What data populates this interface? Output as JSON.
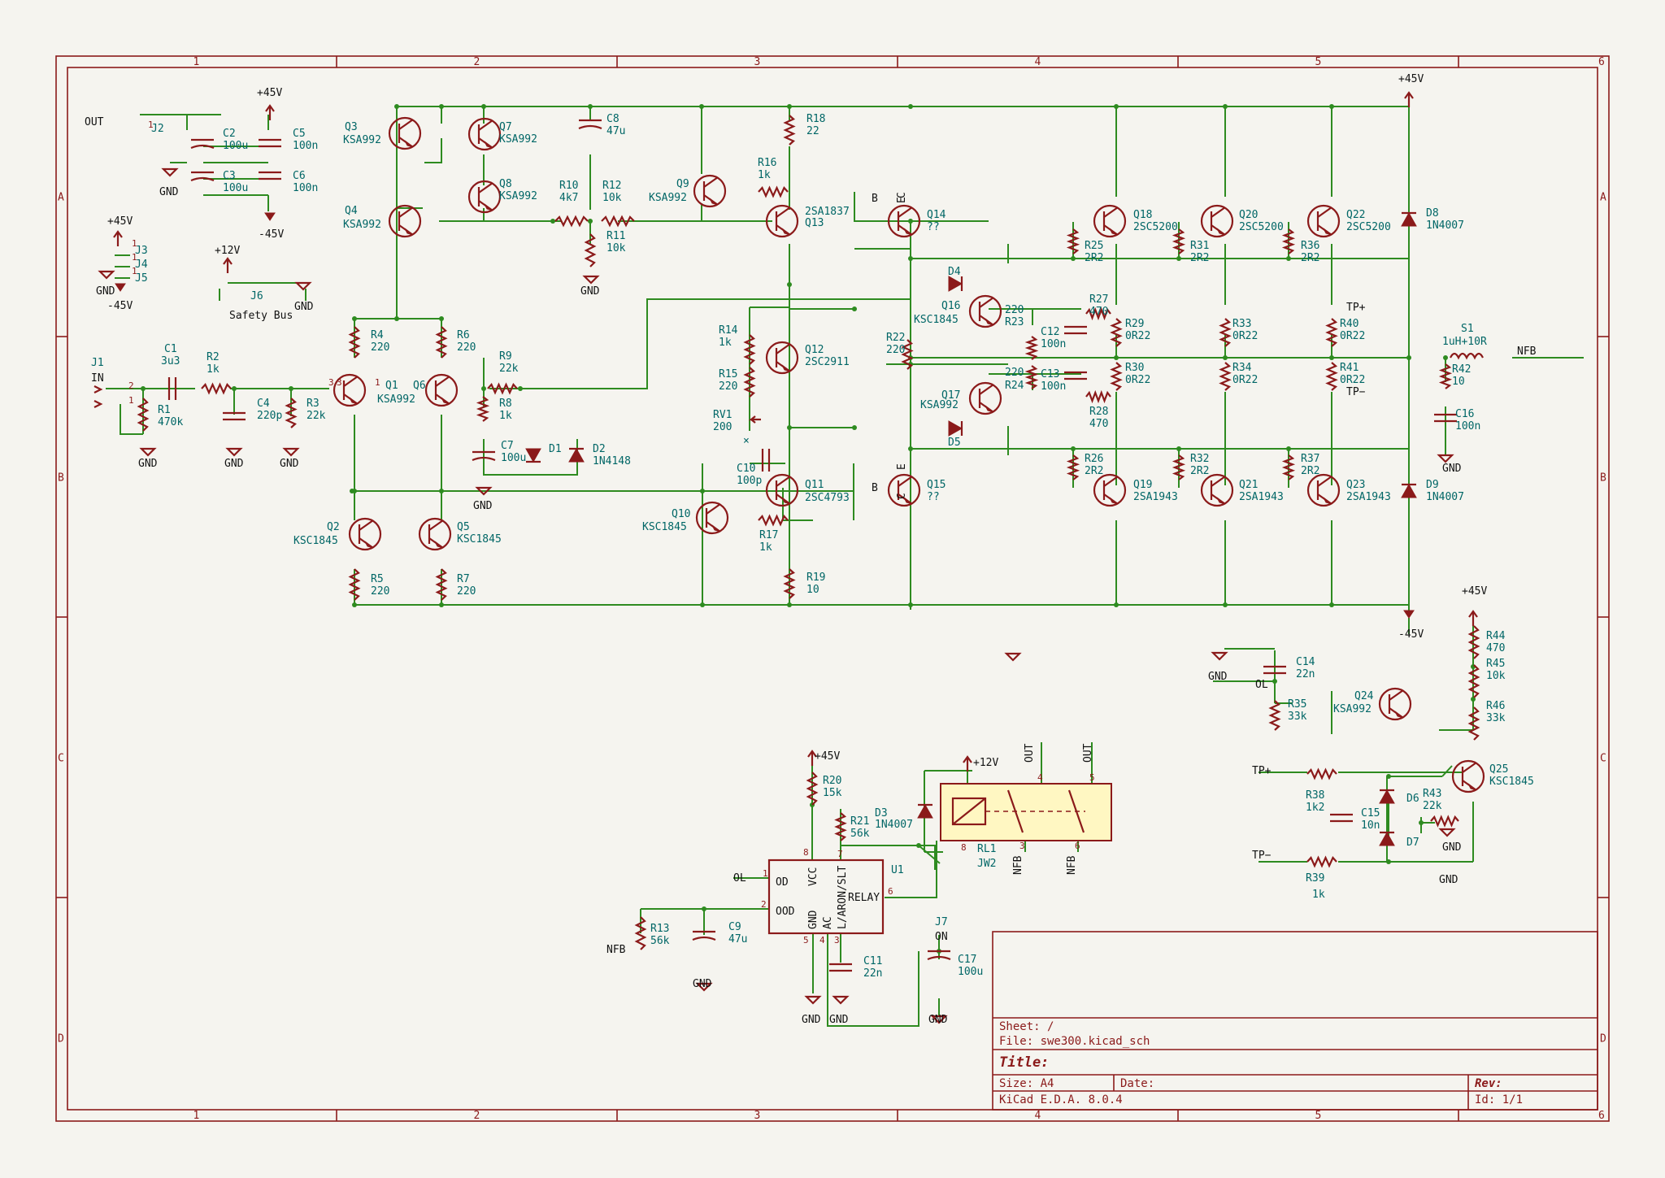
{
  "app": {
    "kind": "schematic",
    "tool": "KiCad"
  },
  "sheet": {
    "col_labels": [
      "1",
      "2",
      "3",
      "4",
      "5",
      "6"
    ],
    "row_labels": [
      "A",
      "B",
      "C",
      "D"
    ]
  },
  "title_block": {
    "sheet_label": "Sheet: /",
    "file_label": "File: swe300.kicad_sch",
    "title_label": "Title:",
    "size_label": "Size: A4",
    "date_label": "Date:",
    "rev_label": "Rev:",
    "tool_label": "KiCad E.D.A. 8.0.4",
    "id_label": "Id: 1/1"
  },
  "nets": {
    "out": "OUT",
    "in": "IN",
    "gnd": "GND",
    "p45": "+45V",
    "n45": "-45V",
    "p12": "+12V",
    "nfb": "NFB",
    "tpp": "TP+",
    "tpn": "TP−",
    "ol": "OL",
    "on": "ON",
    "safety": "Safety Bus"
  },
  "components": [
    {
      "id": "J1",
      "val": ""
    },
    {
      "id": "J2",
      "val": ""
    },
    {
      "id": "J3",
      "val": ""
    },
    {
      "id": "J4",
      "val": ""
    },
    {
      "id": "J5",
      "val": ""
    },
    {
      "id": "J6",
      "val": ""
    },
    {
      "id": "J7",
      "val": ""
    },
    {
      "id": "C1",
      "val": "3u3"
    },
    {
      "id": "C2",
      "val": "100u"
    },
    {
      "id": "C3",
      "val": "100u"
    },
    {
      "id": "C4",
      "val": "220p"
    },
    {
      "id": "C5",
      "val": "100n"
    },
    {
      "id": "C6",
      "val": "100n"
    },
    {
      "id": "C7",
      "val": "100u"
    },
    {
      "id": "C8",
      "val": "47u"
    },
    {
      "id": "C9",
      "val": "47u"
    },
    {
      "id": "C10",
      "val": "100p"
    },
    {
      "id": "C11",
      "val": "22n"
    },
    {
      "id": "C12",
      "val": "100n"
    },
    {
      "id": "C13",
      "val": "100n"
    },
    {
      "id": "C14",
      "val": "22n"
    },
    {
      "id": "C15",
      "val": "10n"
    },
    {
      "id": "C16",
      "val": "100n"
    },
    {
      "id": "C17",
      "val": "100u"
    },
    {
      "id": "R1",
      "val": "470k"
    },
    {
      "id": "R2",
      "val": "1k"
    },
    {
      "id": "R3",
      "val": "22k"
    },
    {
      "id": "R4",
      "val": "220"
    },
    {
      "id": "R5",
      "val": "220"
    },
    {
      "id": "R6",
      "val": "220"
    },
    {
      "id": "R7",
      "val": "220"
    },
    {
      "id": "R8",
      "val": "1k"
    },
    {
      "id": "R9",
      "val": "22k"
    },
    {
      "id": "R10",
      "val": "4k7"
    },
    {
      "id": "R11",
      "val": "10k"
    },
    {
      "id": "R12",
      "val": "10k"
    },
    {
      "id": "R13",
      "val": "56k"
    },
    {
      "id": "R14",
      "val": "1k"
    },
    {
      "id": "R15",
      "val": "220"
    },
    {
      "id": "R16",
      "val": "1k"
    },
    {
      "id": "R17",
      "val": "1k"
    },
    {
      "id": "R18",
      "val": "22"
    },
    {
      "id": "R19",
      "val": "10"
    },
    {
      "id": "R20",
      "val": "15k"
    },
    {
      "id": "R21",
      "val": "56k"
    },
    {
      "id": "R22",
      "val": "220"
    },
    {
      "id": "R23",
      "val": "220"
    },
    {
      "id": "R24",
      "val": "220"
    },
    {
      "id": "R25",
      "val": "2R2"
    },
    {
      "id": "R26",
      "val": "2R2"
    },
    {
      "id": "R27",
      "val": "470"
    },
    {
      "id": "R28",
      "val": "470"
    },
    {
      "id": "R29",
      "val": "0R22"
    },
    {
      "id": "R30",
      "val": "0R22"
    },
    {
      "id": "R31",
      "val": "2R2"
    },
    {
      "id": "R32",
      "val": "2R2"
    },
    {
      "id": "R33",
      "val": "0R22"
    },
    {
      "id": "R34",
      "val": "0R22"
    },
    {
      "id": "R35",
      "val": "33k"
    },
    {
      "id": "R36",
      "val": "2R2"
    },
    {
      "id": "R37",
      "val": "2R2"
    },
    {
      "id": "R38",
      "val": "1k2"
    },
    {
      "id": "R39",
      "val": "1k"
    },
    {
      "id": "R40",
      "val": "0R22"
    },
    {
      "id": "R41",
      "val": "0R22"
    },
    {
      "id": "R42",
      "val": "10"
    },
    {
      "id": "R43",
      "val": "22k"
    },
    {
      "id": "R44",
      "val": "470"
    },
    {
      "id": "R45",
      "val": "10k"
    },
    {
      "id": "R46",
      "val": "33k"
    },
    {
      "id": "RV1",
      "val": "200"
    },
    {
      "id": "S1",
      "val": "1uH+10R"
    },
    {
      "id": "U1",
      "val": ""
    },
    {
      "id": "RL1",
      "val": "JW2"
    },
    {
      "id": "D1",
      "val": ""
    },
    {
      "id": "D2",
      "val": "1N4148"
    },
    {
      "id": "D3",
      "val": "1N4007"
    },
    {
      "id": "D4",
      "val": ""
    },
    {
      "id": "D5",
      "val": ""
    },
    {
      "id": "D6",
      "val": ""
    },
    {
      "id": "D7",
      "val": ""
    },
    {
      "id": "D8",
      "val": "1N4007"
    },
    {
      "id": "D9",
      "val": "1N4007"
    },
    {
      "id": "Q1",
      "val": "KSA992"
    },
    {
      "id": "Q2",
      "val": "KSC1845"
    },
    {
      "id": "Q3",
      "val": "KSA992"
    },
    {
      "id": "Q4",
      "val": "KSA992"
    },
    {
      "id": "Q5",
      "val": "KSC1845"
    },
    {
      "id": "Q6",
      "val": ""
    },
    {
      "id": "Q7",
      "val": "KSA992"
    },
    {
      "id": "Q8",
      "val": "KSA992"
    },
    {
      "id": "Q9",
      "val": "KSA992"
    },
    {
      "id": "Q10",
      "val": "KSC1845"
    },
    {
      "id": "Q11",
      "val": "2SC4793"
    },
    {
      "id": "Q12",
      "val": "2SC2911"
    },
    {
      "id": "Q13",
      "val": "2SA1837"
    },
    {
      "id": "Q14",
      "val": "??"
    },
    {
      "id": "Q15",
      "val": "??"
    },
    {
      "id": "Q16",
      "val": "KSC1845"
    },
    {
      "id": "Q17",
      "val": "KSA992"
    },
    {
      "id": "Q18",
      "val": "2SC5200"
    },
    {
      "id": "Q19",
      "val": "2SA1943"
    },
    {
      "id": "Q20",
      "val": "2SC5200"
    },
    {
      "id": "Q21",
      "val": "2SA1943"
    },
    {
      "id": "Q22",
      "val": "2SC5200"
    },
    {
      "id": "Q23",
      "val": "2SA1943"
    },
    {
      "id": "Q24",
      "val": "KSA992"
    },
    {
      "id": "Q25",
      "val": "KSC1845"
    }
  ],
  "u1_pins": {
    "od": "OD",
    "ood": "OOD",
    "vcc": "VCC",
    "relay": "RELAY",
    "gnd": "GND",
    "ac": "AC",
    "lar": "L/ARON/SLT"
  },
  "pin_numbers": [
    "1",
    "2",
    "3",
    "4",
    "5",
    "6",
    "7",
    "8"
  ],
  "misc": {
    "b": "B",
    "c": "C",
    "e": "E",
    "x": "×"
  }
}
